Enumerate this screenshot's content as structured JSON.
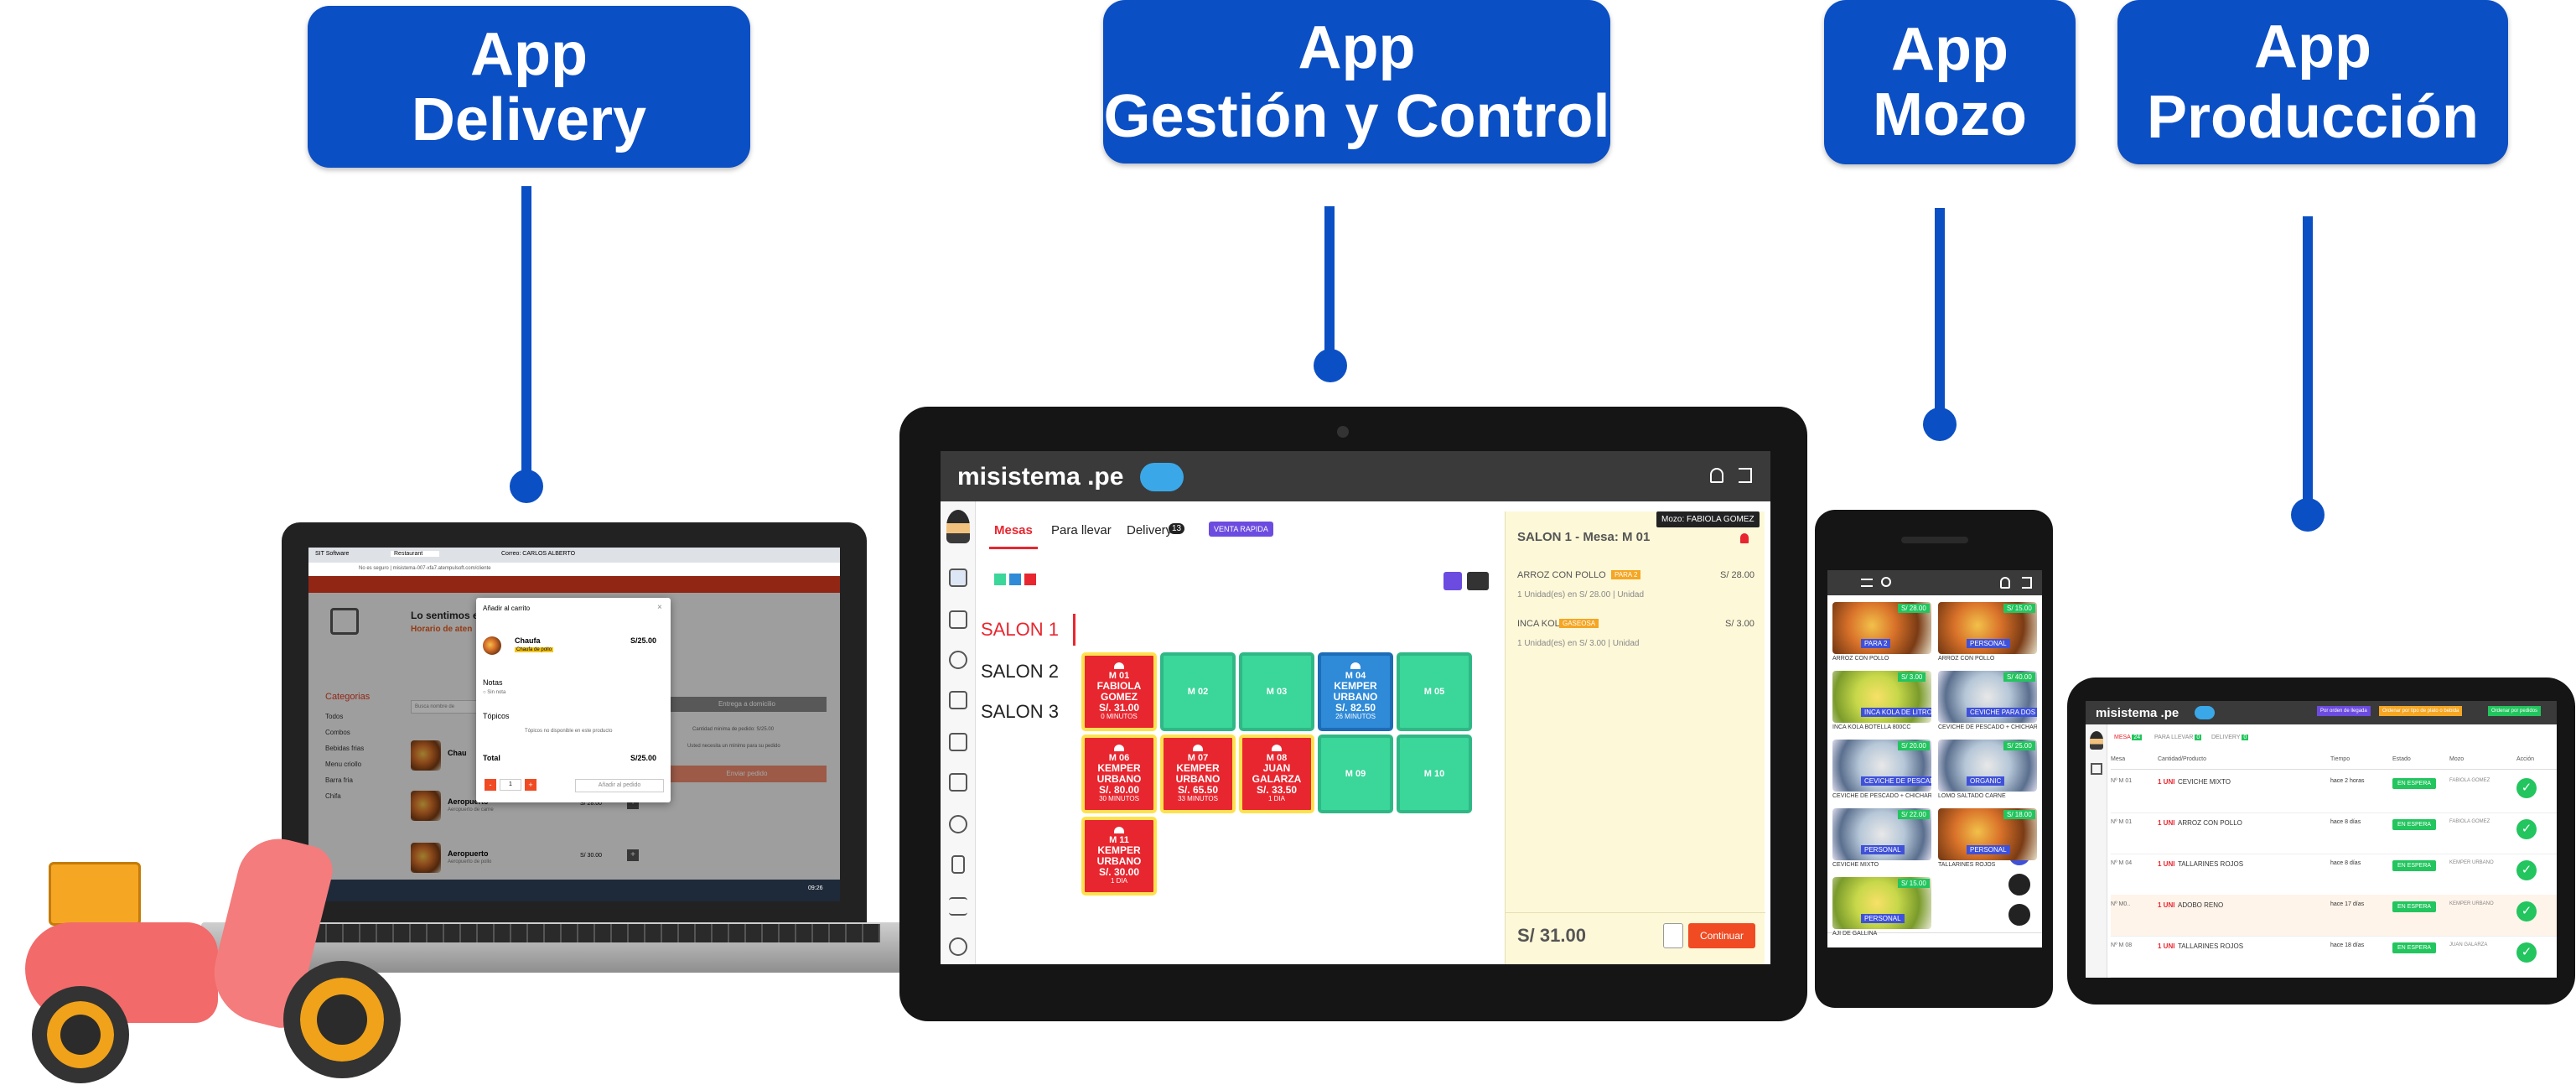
{
  "badges": {
    "delivery": [
      "App",
      "Delivery"
    ],
    "gestion": [
      "App",
      "Gestión y Control"
    ],
    "mozo": [
      "App",
      "Mozo"
    ],
    "produccion": [
      "App",
      "Producción"
    ]
  },
  "colors": {
    "brand_blue": "#0b4fc4",
    "red": "#e8262f",
    "green": "#3bd69a",
    "accent_orange": "#f04b23"
  },
  "tablet": {
    "brand": "misistema .pe",
    "tabs": [
      "Mesas",
      "Para llevar",
      "Delivery"
    ],
    "delivery_count": "13",
    "quick_sale": "VENTA RAPIDA",
    "salons": [
      "SALON 1",
      "SALON 2",
      "SALON 3"
    ],
    "tables": [
      {
        "id": "M 01",
        "who": "FABIOLA GOMEZ",
        "amount": "S/. 31.00",
        "time": "0 MINUTOS",
        "state": "red"
      },
      {
        "id": "M 02",
        "state": "green"
      },
      {
        "id": "M 03",
        "state": "green"
      },
      {
        "id": "M 04",
        "who": "KEMPER URBANO",
        "amount": "S/. 82.50",
        "time": "26 MINUTOS",
        "state": "blue"
      },
      {
        "id": "M 05",
        "state": "green"
      },
      {
        "id": "M 06",
        "who": "KEMPER URBANO",
        "amount": "S/. 80.00",
        "time": "30 MINUTOS",
        "state": "red"
      },
      {
        "id": "M 07",
        "who": "KEMPER URBANO",
        "amount": "S/. 65.50",
        "time": "33 MINUTOS",
        "state": "red"
      },
      {
        "id": "M 08",
        "who": "JUAN GALARZA",
        "amount": "S/. 33.50",
        "time": "1 DIA",
        "state": "red"
      },
      {
        "id": "M 09",
        "state": "green"
      },
      {
        "id": "M 10",
        "state": "green"
      },
      {
        "id": "M 11",
        "who": "KEMPER URBANO",
        "amount": "S/. 30.00",
        "time": "1 DIA",
        "state": "red"
      }
    ],
    "order": {
      "title": "SALON 1 - Mesa: M 01",
      "waiter_tip": "Mozo: FABIOLA GOMEZ",
      "items": [
        {
          "name": "ARROZ CON POLLO",
          "tag": "PARA 2",
          "price": "S/ 28.00",
          "detail": "1 Unidad(es) en S/ 28.00 | Unidad"
        },
        {
          "name": "INCA KOLA",
          "tag": "GASEOSA",
          "price": "S/ 3.00",
          "detail": "1 Unidad(es) en S/ 3.00 | Unidad"
        }
      ],
      "total": "S/ 31.00",
      "continue": "Continuar"
    }
  },
  "laptop": {
    "browser_tabs": [
      "SIT Software",
      "Restaurant",
      "Correo: CARLOS ALBERTO"
    ],
    "address": "No es seguro | misistema-007-xfa7.atempulsoft.com/cliente",
    "sorry_title": "Lo sentimos en",
    "schedule": "Horario de aten",
    "categories_title": "Categorias",
    "categories": [
      "Todos",
      "Combos",
      "Bebidas frias",
      "Menu criollo",
      "Barra fria",
      "Chifa"
    ],
    "search_placeholder": "Busca nombre de",
    "products": [
      {
        "name": "Chau",
        "price": ""
      },
      {
        "name": "Aeropuerto",
        "desc": "Aeropuerto de carne",
        "price": "S/ 28.00"
      },
      {
        "name": "Aeropuerto",
        "desc": "Aeropuerto de pollo",
        "price": "S/ 30.00"
      }
    ],
    "delivery_btn": "Entrega a domicilio",
    "min_order": "Cantidad minima de pedido: S/25.00",
    "min_note": "Usted necesita un mínimo para su pedido",
    "send_btn": "Enviar pedido",
    "modal": {
      "title": "Añadir al carrito",
      "item": "Chaufa",
      "item_tag": "Chaufa de pollo",
      "price": "S/25.00",
      "notes": "Notas",
      "no_notes": "Sin nota",
      "toppings": "Tópicos",
      "toppings_empty": "Tópicos no disponible en este producto",
      "total_label": "Total",
      "total": "S/25.00",
      "qty": "1",
      "add": "Añadir al pedido"
    },
    "clock": "09:26"
  },
  "phone": {
    "items": [
      {
        "name": "ARROZ CON POLLO",
        "tag": "PARA 2",
        "price": "S/ 28.00"
      },
      {
        "name": "ARROZ CON POLLO",
        "tag": "PERSONAL",
        "price": "S/ 15.00"
      },
      {
        "name": "INCA KOLA BOTELLA 800CC",
        "tag": "INCA KOLA DE LITRO",
        "price": "S/ 3.00"
      },
      {
        "name": "CEVICHE DE PESCADO + CHICHARRON",
        "tag": "CEVICHE PARA DOS",
        "price": "S/ 40.00"
      },
      {
        "name": "CEVICHE DE PESCADO + CHICHARRON",
        "tag": "CEVICHE DE PESCADO PERSONAL",
        "price": "S/ 20.00"
      },
      {
        "name": "LOMO SALTADO CARNE",
        "tag": "ORGANIC",
        "price": "S/ 25.00"
      },
      {
        "name": "CEVICHE MIXTO",
        "tag": "PERSONAL",
        "price": "S/ 22.00"
      },
      {
        "name": "TALLARINES ROJOS",
        "tag": "PERSONAL",
        "price": "S/ 18.00"
      },
      {
        "name": "AJI DE GALLINA",
        "tag": "PERSONAL",
        "price": "S/ 15.00"
      }
    ]
  },
  "small_tablet": {
    "brand": "misistema .pe",
    "filters": [
      "Por orden de llegada",
      "Ordenar por tipo de plato o bebida",
      "Ordenar por pedidos"
    ],
    "tabs": [
      "MESA",
      "PARA LLEVAR",
      "DELIVERY"
    ],
    "tab_counts": [
      "24",
      "0",
      "0"
    ],
    "headers": [
      "Mesa",
      "Cantidad/Producto",
      "Tiempo",
      "Estado",
      "Mozo",
      "Acción"
    ],
    "rows": [
      {
        "mesa": "Nº M 01",
        "qty": "1 UNI",
        "product": "CEVICHE MIXTO",
        "time": "hace 2 horas",
        "status": "EN ESPERA",
        "waiter": "FABIOLA GOMEZ"
      },
      {
        "mesa": "Nº M 01",
        "qty": "1 UNI",
        "product": "ARROZ CON POLLO",
        "time": "hace 8 días",
        "status": "EN ESPERA",
        "waiter": "FABIOLA GOMEZ"
      },
      {
        "mesa": "Nº M 04",
        "qty": "1 UNI",
        "product": "TALLARINES ROJOS",
        "time": "hace 8 días",
        "status": "EN ESPERA",
        "waiter": "KEMPER URBANO"
      },
      {
        "mesa": "Nº M0..",
        "qty": "1 UNI",
        "product": "ADOBO RENO",
        "time": "hace 17 días",
        "status": "EN ESPERA",
        "waiter": "KEMPER URBANO"
      },
      {
        "mesa": "Nº M 08",
        "qty": "1 UNI",
        "product": "TALLARINES ROJOS",
        "time": "hace 18 días",
        "status": "EN ESPERA",
        "waiter": "JUAN GALARZA"
      }
    ]
  }
}
